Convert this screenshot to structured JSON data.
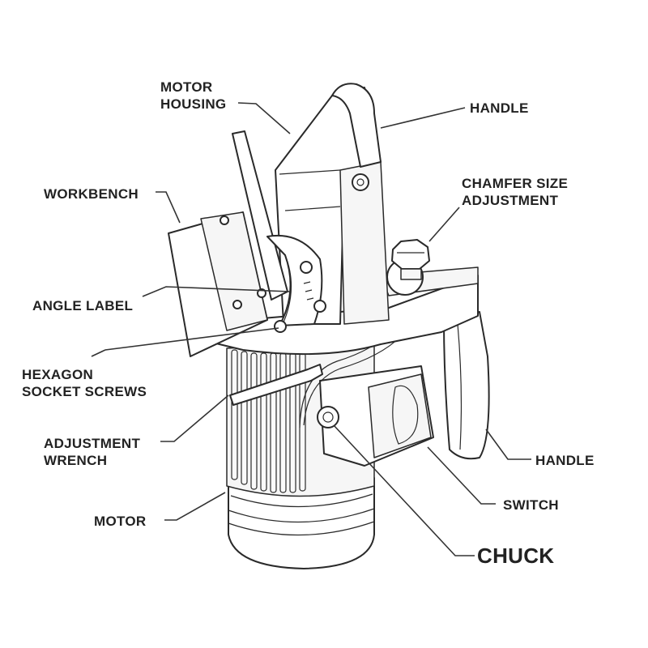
{
  "labels": {
    "motor_housing": [
      "MOTOR",
      "HOUSING"
    ],
    "handle_top": "HANDLE",
    "workbench": "WORKBENCH",
    "chamfer_size_adjustment": [
      "CHAMFER SIZE",
      "ADJUSTMENT"
    ],
    "angle_label": "ANGLE LABEL",
    "hexagon_socket_screws": [
      "HEXAGON",
      "SOCKET SCREWS"
    ],
    "adjustment_wrench": [
      "ADJUSTMENT",
      "WRENCH"
    ],
    "handle_side": "HANDLE",
    "switch": "SWITCH",
    "motor": "MOTOR",
    "chuck": "CHUCK"
  }
}
